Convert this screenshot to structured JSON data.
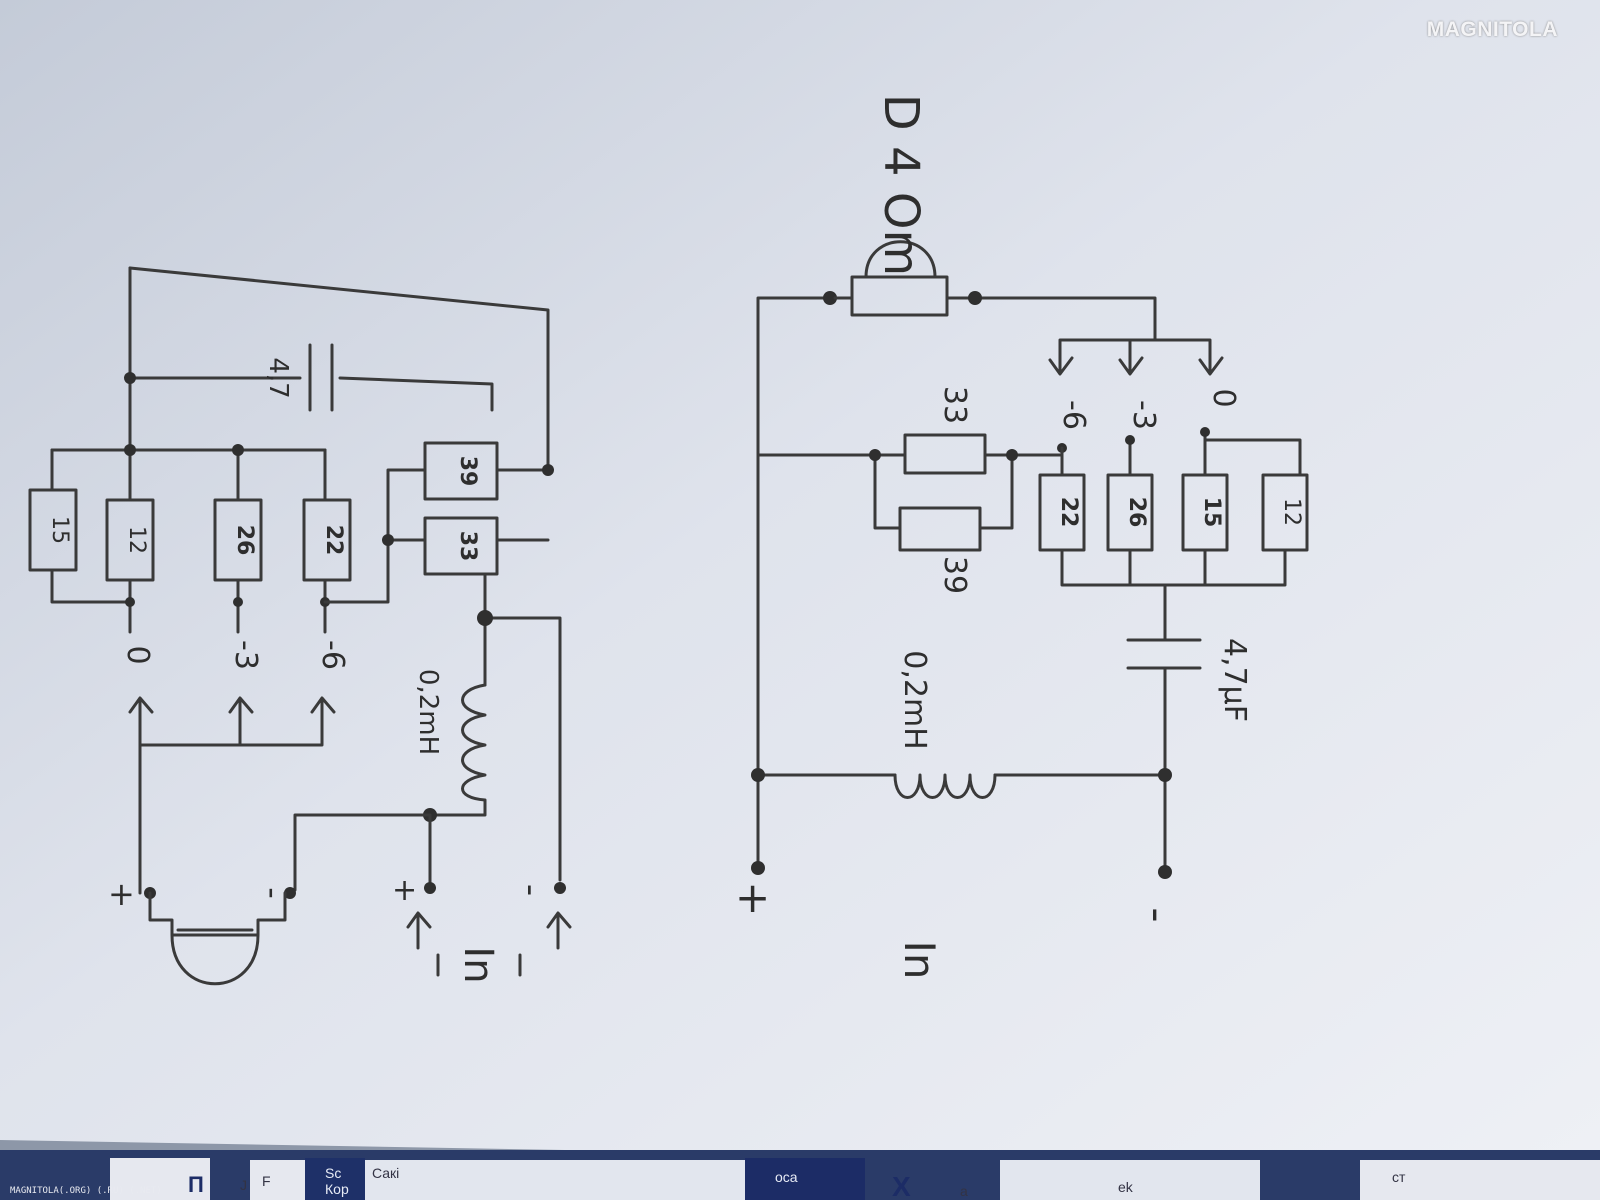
{
  "watermark": {
    "logo": "MAGNITOLA",
    "footer": "MAGNITOLA(.ORG) (.RU) (.NET)"
  },
  "left_schematic": {
    "capacitor": "4,7",
    "r15": "15",
    "r12": "12",
    "r26": "26",
    "r22": "22",
    "r39": "39",
    "r33": "33",
    "tap_0": "0",
    "tap_3": "-3",
    "tap_6": "-6",
    "inductor": "0,2mH",
    "plus": "+",
    "minus": "-",
    "input": "In"
  },
  "right_schematic": {
    "tweeter": "D 4 Om",
    "r33": "33",
    "r39": "39",
    "r22": "22",
    "r26": "26",
    "r15": "15",
    "r12": "12",
    "tap_0": "0",
    "tap_3": "-3",
    "tap_6": "-6",
    "capacitor": "4,7μF",
    "inductor": "0,2mH",
    "plus": "+",
    "minus": "-",
    "input": "In"
  }
}
